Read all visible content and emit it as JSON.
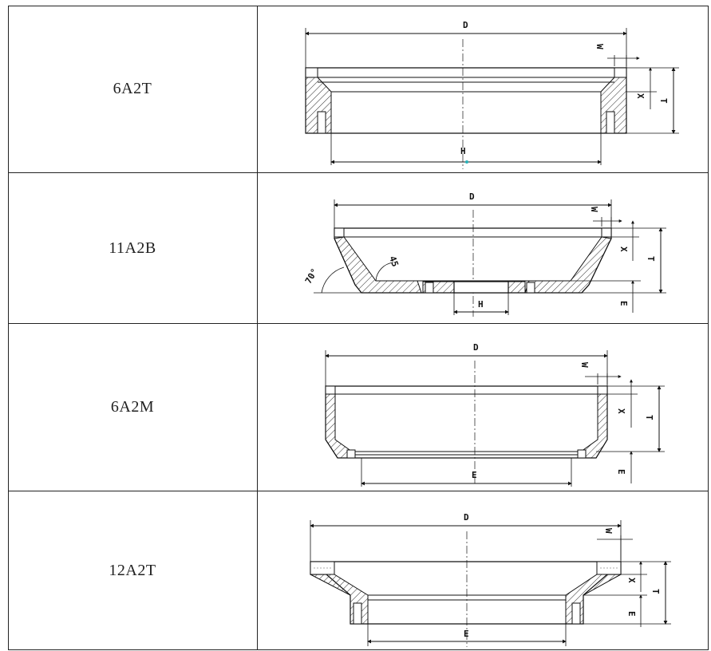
{
  "rows": [
    {
      "name": "6A2T",
      "labels": {
        "D": "D",
        "W": "W",
        "X": "X",
        "T": "T",
        "H": "H"
      }
    },
    {
      "name": "11A2B",
      "labels": {
        "D": "D",
        "W": "W",
        "X": "X",
        "T": "T",
        "H": "H",
        "E": "E",
        "angle1": "70°",
        "angle2": "45"
      }
    },
    {
      "name": "6A2M",
      "labels": {
        "D": "D",
        "W": "W",
        "X": "X",
        "T": "T",
        "E": "E",
        "E2": "E"
      }
    },
    {
      "name": "12A2T",
      "labels": {
        "D": "D",
        "W": "W",
        "X": "X",
        "T": "T",
        "E": "E",
        "E2": "E"
      }
    }
  ]
}
